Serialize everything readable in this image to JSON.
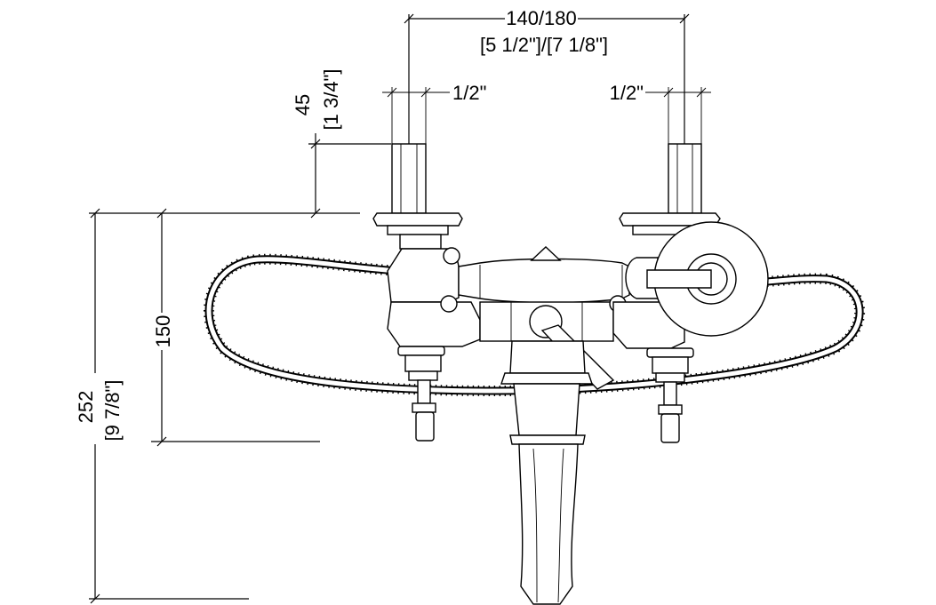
{
  "dimensions": {
    "width_top": "140/180",
    "width_top_inch": "[5 1/2\"]/[7 1/8\"]",
    "pipe_left": "1/2\"",
    "pipe_right": "1/2\"",
    "height_pipe": "45",
    "height_pipe_inch": "[1 3/4\"]",
    "height_body": "150",
    "height_total": "252",
    "height_total_inch": "[9 7/8\"]"
  }
}
